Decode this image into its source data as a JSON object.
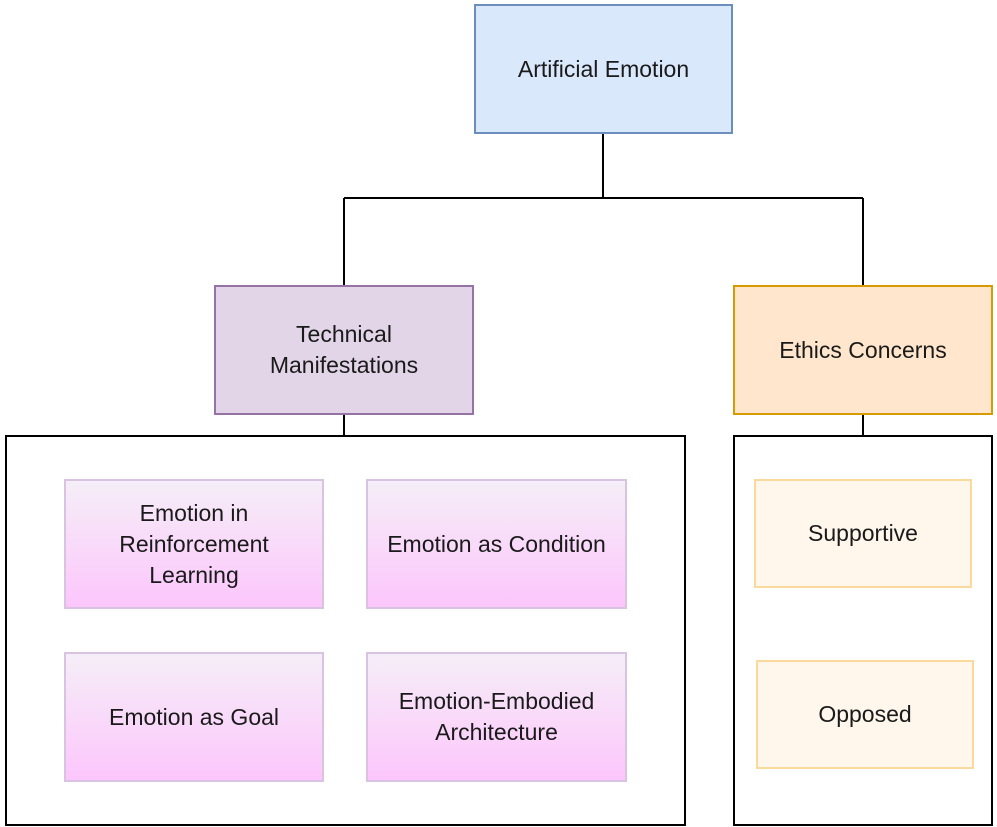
{
  "diagram": {
    "root": {
      "label": "Artificial Emotion"
    },
    "branches": [
      {
        "label": "Technical\nManifestations",
        "children": [
          "Emotion in Reinforcement Learning",
          "Emotion as Condition",
          "Emotion as Goal",
          "Emotion-Embodied Architecture"
        ]
      },
      {
        "label": "Ethics Concerns",
        "children": [
          "Supportive",
          "Opposed"
        ]
      }
    ]
  },
  "colors": {
    "root_fill": "#dae8fc",
    "root_border": "#6c8ebf",
    "technical_fill": "#e1d5e7",
    "technical_border": "#9673a6",
    "ethics_fill": "#ffe6cc",
    "ethics_border": "#d79b00",
    "leaf_gradient_top": "#f5eef7",
    "leaf_gradient_bottom": "#fcc6fc",
    "ethics_leaf_fill": "#fff6ec",
    "ethics_leaf_border": "#f9d99c",
    "connector": "#000000"
  }
}
